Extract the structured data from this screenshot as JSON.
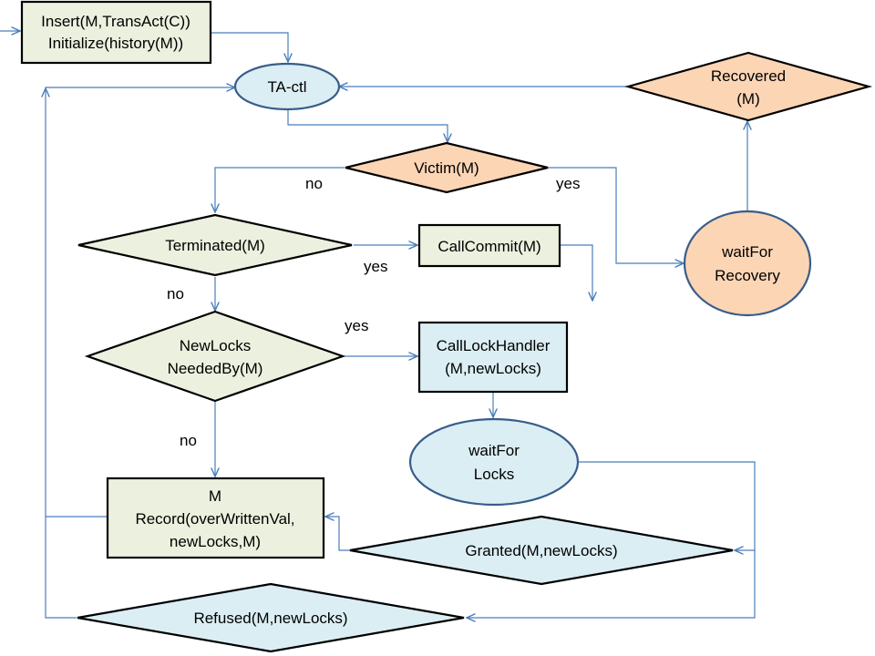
{
  "nodes": {
    "insert": {
      "line1": "Insert(M,TransAct(C))",
      "line2": "Initialize(history(M))"
    },
    "ta_ctl": {
      "label": "TA-ctl"
    },
    "recovered": {
      "line1": "Recovered",
      "line2": "(M)"
    },
    "victim": {
      "label": "Victim(M)"
    },
    "terminated": {
      "label": "Terminated(M)"
    },
    "call_commit": {
      "label": "CallCommit(M)"
    },
    "wait_recovery": {
      "line1": "waitFor",
      "line2": "Recovery"
    },
    "new_locks": {
      "line1": "NewLocks",
      "line2": "NeededBy(M)"
    },
    "call_lock_handler": {
      "line1": "CallLockHandler",
      "line2": "(M,newLocks)"
    },
    "wait_locks": {
      "line1": "waitFor",
      "line2": "Locks"
    },
    "record": {
      "line1": "M",
      "line2": "Record(overWrittenVal,",
      "line3": "newLocks,M)"
    },
    "granted": {
      "label": "Granted(M,newLocks)"
    },
    "refused": {
      "label": "Refused(M,newLocks)"
    }
  },
  "edge_labels": {
    "victim_no": "no",
    "victim_yes": "yes",
    "terminated_yes": "yes",
    "terminated_no": "no",
    "newlocks_yes": "yes",
    "newlocks_no": "no"
  },
  "colors": {
    "green_fill": "#ebf1de",
    "blue_fill": "#dbeef4",
    "orange_fill": "#fcd5b5",
    "edge": "#4a7ebb"
  }
}
